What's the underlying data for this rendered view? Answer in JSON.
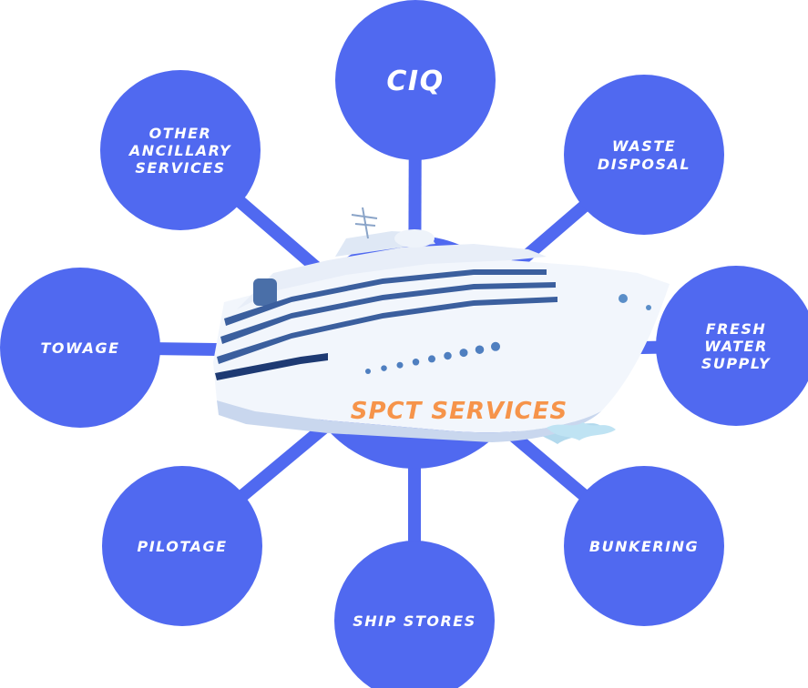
{
  "colors": {
    "node": "#5069f0",
    "hub": "#5069f0",
    "connector": "#5069f0",
    "hub_label": "#f6944a",
    "hull": "#f2f6fc",
    "hull_shadow": "#c9d7ee",
    "window_band": "#3b5f9e",
    "deck_stripe": "#1e3a73"
  },
  "hub": {
    "label": "SPCT SERVICES",
    "image_icon": "cruise-ship-icon"
  },
  "services": [
    {
      "id": "ciq",
      "lines": [
        "CIQ"
      ]
    },
    {
      "id": "waste-disposal",
      "lines": [
        "WASTE",
        "DISPOSAL"
      ]
    },
    {
      "id": "fresh-water-supply",
      "lines": [
        "FRESH",
        "WATER",
        "SUPPLY"
      ]
    },
    {
      "id": "bunkering",
      "lines": [
        "BUNKERING"
      ]
    },
    {
      "id": "ship-stores",
      "lines": [
        "SHIP STORES"
      ]
    },
    {
      "id": "pilotage",
      "lines": [
        "PILOTAGE"
      ]
    },
    {
      "id": "towage",
      "lines": [
        "TOWAGE"
      ]
    },
    {
      "id": "other-ancillary-services",
      "lines": [
        "OTHER",
        "ANCILLARY",
        "SERVICES"
      ]
    }
  ]
}
